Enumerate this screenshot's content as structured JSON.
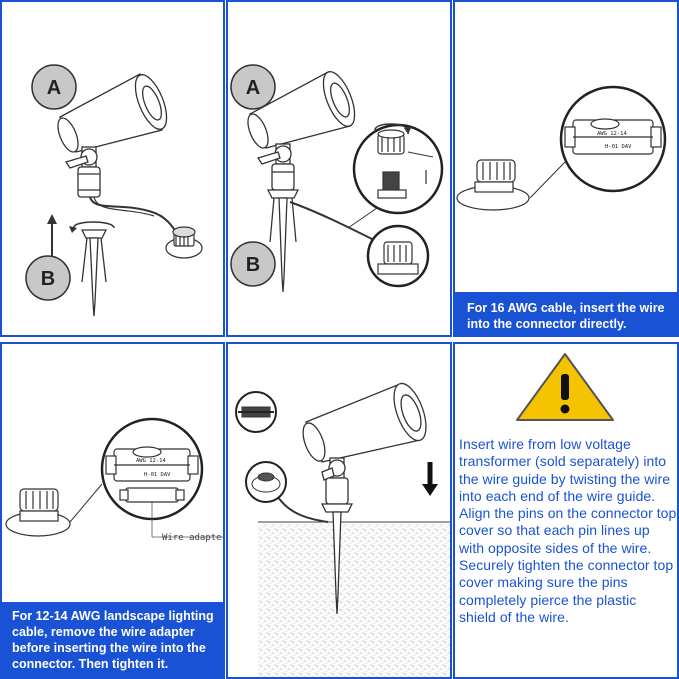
{
  "labels": {
    "a": "A",
    "b": "B"
  },
  "connector": {
    "gauge": "AWG 12-14",
    "voltage": "H-01 DAV"
  },
  "wire_adapter_label": "Wire adapter",
  "captions": {
    "p3": "For 16 AWG cable, insert the wire into the connector directly.",
    "p4": "For 12-14 AWG landscape lighting cable, remove the wire adapter before inserting the wire into the connector.  Then tighten it."
  },
  "instructions": "Insert wire from low voltage transformer (sold separately) into the wire guide by twisting the wire into each end of the wire guide.  Align the pins on the connector top cover so that each pin lines up with opposite sides of the wire.  Securely tighten the connector top cover making sure the pins completely pierce the plastic shield of the wire.",
  "colors": {
    "accent": "#1a52d6",
    "warning": "#f6c300",
    "label_circle": "#c8c8c8"
  }
}
